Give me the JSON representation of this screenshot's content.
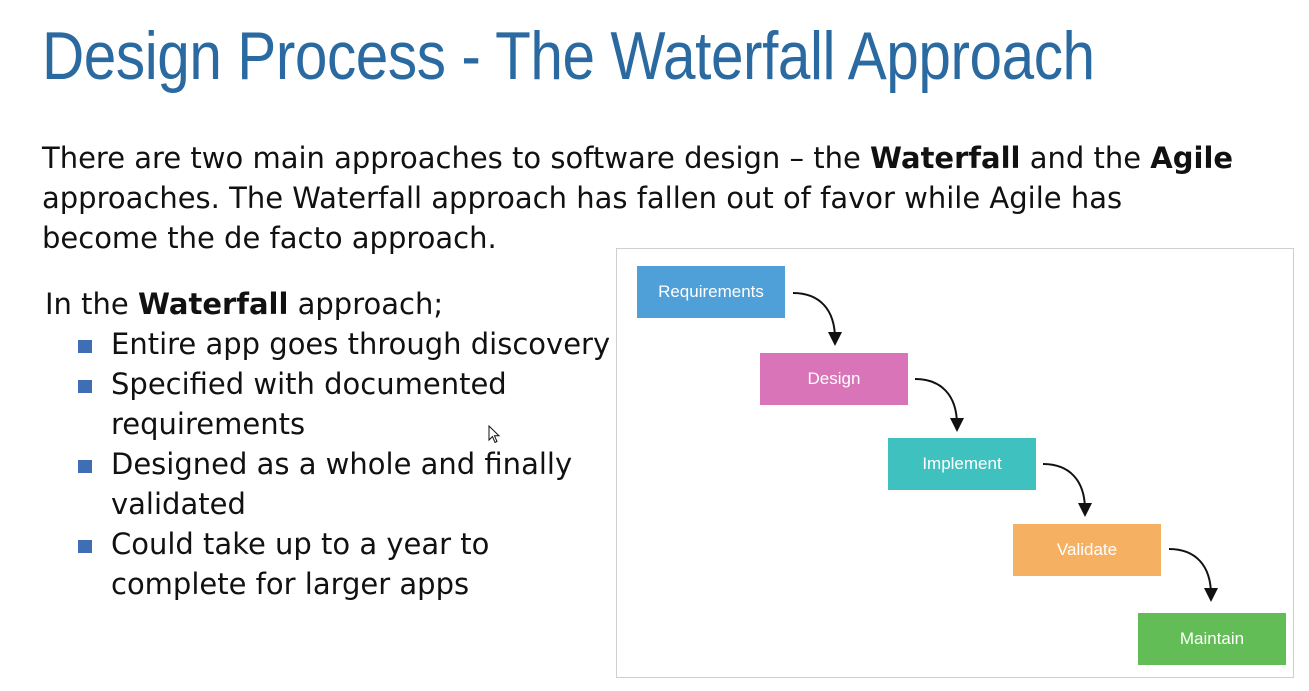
{
  "slide": {
    "title": "Design Process - The Waterfall Approach",
    "intro": {
      "p1": "There are two main approaches to software design – the ",
      "b1": "Waterfall",
      "p2": " and the ",
      "b2": "Agile",
      "p3": " approaches. The Waterfall approach has fallen out of favor while Agile has become the de facto approach."
    },
    "lead": {
      "p1": "In the ",
      "b1": "Waterfall",
      "p2": " approach;"
    },
    "bullets": [
      "Entire app goes through discovery",
      "Specified with documented requirements",
      "Designed as a whole and finally validated",
      "Could take up to a year to complete for larger apps"
    ]
  },
  "diagram": {
    "stages": [
      {
        "label": "Requirements",
        "color": "#4f9fd9"
      },
      {
        "label": "Design",
        "color": "#d874b7"
      },
      {
        "label": "Implement",
        "color": "#3fc2bf"
      },
      {
        "label": "Validate",
        "color": "#f5b062"
      },
      {
        "label": "Maintain",
        "color": "#63bd56"
      }
    ]
  },
  "colors": {
    "title": "#2a6aa0",
    "bullet": "#3e6fb5"
  }
}
